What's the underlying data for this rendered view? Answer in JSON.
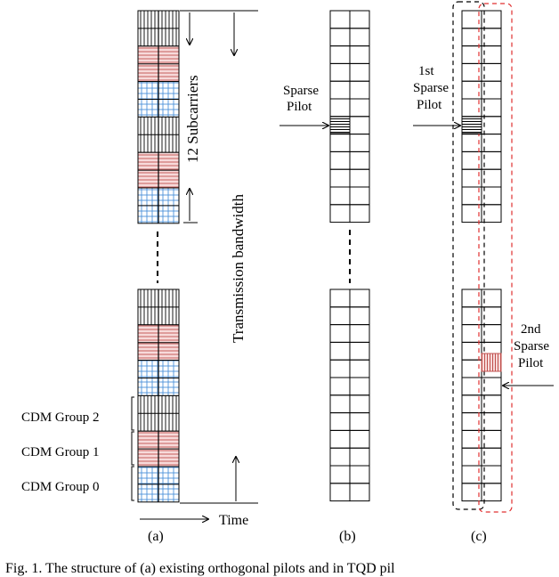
{
  "labels": {
    "subcarriers": "12 Subcarriers",
    "bandwidth": "Transmission bandwidth",
    "time": "Time",
    "sparse_pilot_line1": "Sparse",
    "sparse_pilot_line2": "Pilot",
    "first_sparse_line1": "1st",
    "first_sparse_line2": "Sparse",
    "first_sparse_line3": "Pilot",
    "second_sparse_line1": "2nd",
    "second_sparse_line2": "Sparse",
    "second_sparse_line3": "Pilot",
    "cdm_group_2": "CDM Group 2",
    "cdm_group_1": "CDM Group 1",
    "cdm_group_0": "CDM Group 0",
    "panel_a": "(a)",
    "panel_b": "(b)",
    "panel_c": "(c)"
  },
  "caption": "Fig. 1. The structure of (a) existing orthogonal pilots and in TQD pil",
  "colors": {
    "cdm_group_2": "#000000",
    "cdm_group_1": "#c0504d",
    "cdm_group_0": "#4a90d9",
    "sparse_pilot": "#000000",
    "second_sparse_pilot": "#c0504d",
    "dashed_box_1": "#000000",
    "dashed_box_2": "#e03030"
  }
}
